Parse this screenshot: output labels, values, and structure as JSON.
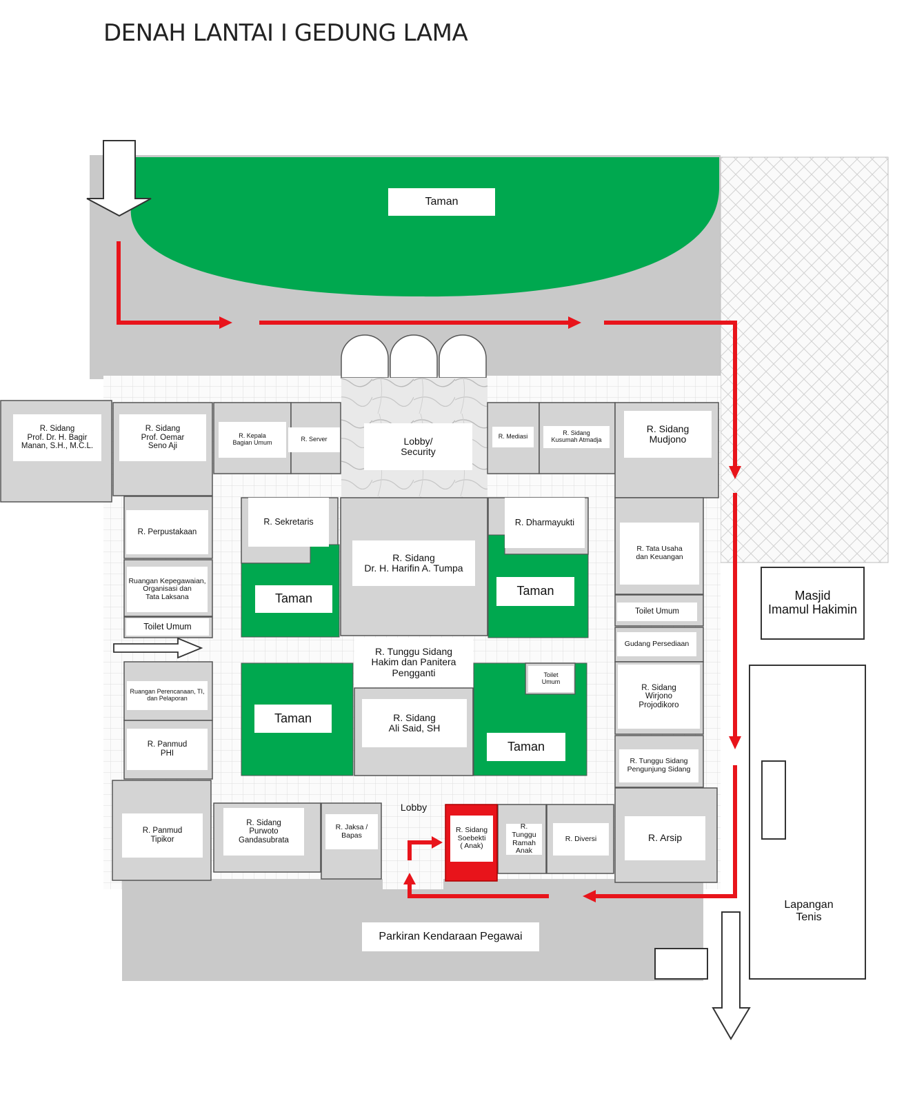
{
  "title": "DENAH LANTAI I GEDUNG LAMA",
  "colors": {
    "garden": "#00a84f",
    "route": "#e8141b",
    "room_fill": "#d4d4d4",
    "paving": "#c9c9c9",
    "highlight_room": "#e8141b"
  },
  "labels": {
    "taman_top": "Taman",
    "sidang_bagir": "R. Sidang\nProf. Dr. H. Bagir\nManan, S.H., M.C.L.",
    "sidang_oemar": "R. Sidang\nProf. Oemar\nSeno Aji",
    "kepala_umum": "R. Kepala\nBagian Umum",
    "server": "R. Server",
    "lobby_security": "Lobby/\nSecurity",
    "mediasi": "R. Mediasi",
    "sidang_kusumah": "R. Sidang\nKusumah Atmadja",
    "sidang_mudjono": "R. Sidang\nMudjono",
    "perpustakaan": "R. Perpustakaan",
    "kepegawaian": "Ruangan Kepegawaian,\nOrganisasi dan\nTata Laksana",
    "toilet_kiri": "Toilet Umum",
    "sekretaris": "R. Sekretaris",
    "sidang_harifin": "R. Sidang\nDr. H. Harifin A. Tumpa",
    "dharmayukti": "R. Dharmayukti",
    "taman_nw": "Taman",
    "taman_ne": "Taman",
    "tata_usaha": "R. Tata Usaha\ndan Keuangan",
    "toilet_kanan": "Toilet Umum",
    "gudang": "Gudang Persediaan",
    "masjid": "Masjid\nImamul Hakimin",
    "tunggu_hakim": "R. Tunggu Sidang\nHakim dan Panitera\nPengganti",
    "perencanaan": "Ruangan Perencanaan, TI,\ndan Pelaporan",
    "panmud_phi": "R. Panmud\nPHI",
    "taman_sw": "Taman",
    "sidang_ali": "R. Sidang\nAli Said, SH",
    "toilet_tengah": "Toilet\nUmum",
    "taman_se": "Taman",
    "sidang_wirjono": "R. Sidang\nWirjono\nProjodikoro",
    "tunggu_pengunjung": "R. Tunggu Sidang\nPengunjung Sidang",
    "panmud_tipikor": "R. Panmud\nTipikor",
    "sidang_purwoto": "R. Sidang\nPurwoto\nGandasubrata",
    "jaksa": "R. Jaksa /\nBapas",
    "lobby": "Lobby",
    "sidang_anak": "R. Sidang\nSoebekti\n( Anak)",
    "ramah_anak": "R. Tunggu\nRamah\nAnak",
    "diversi": "R. Diversi",
    "arsip": "R. Arsip",
    "parkiran": "Parkiran Kendaraan Pegawai",
    "lapangan": "Lapangan\nTenis"
  }
}
